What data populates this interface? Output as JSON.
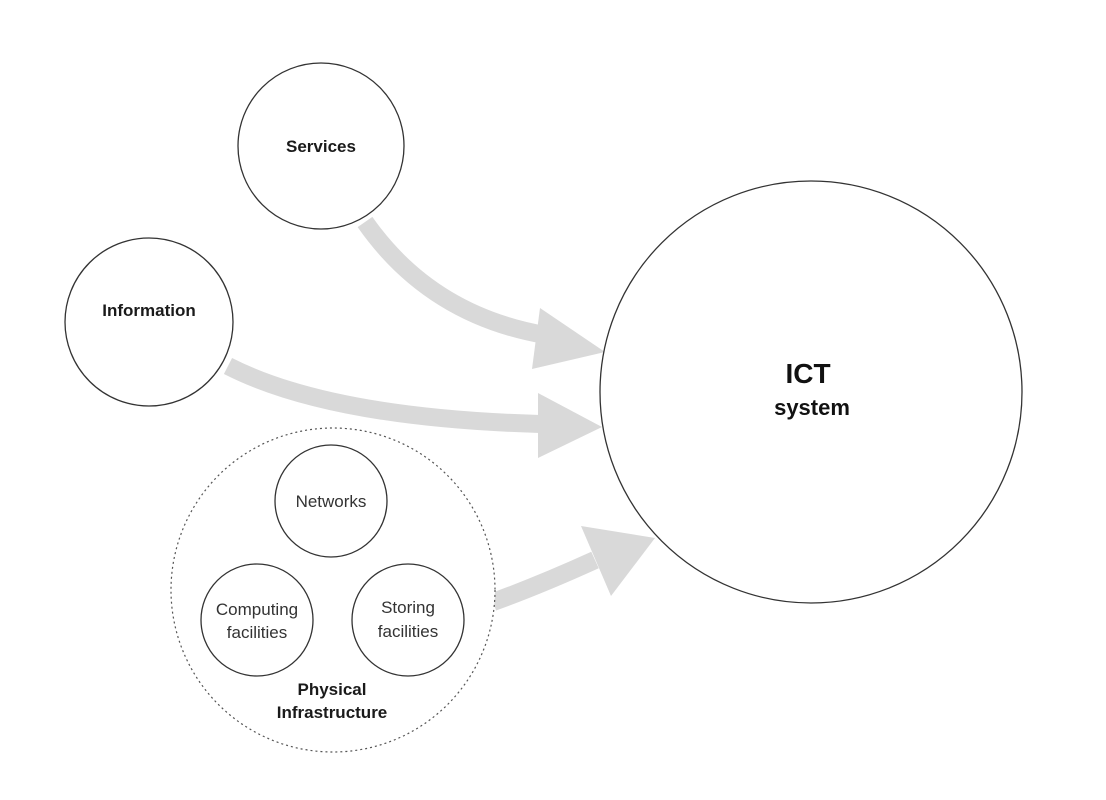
{
  "diagram": {
    "target": {
      "title": "ICT",
      "subtitle": "system"
    },
    "sources": {
      "services": {
        "label": "Services"
      },
      "information": {
        "label": "Information"
      },
      "physical": {
        "label_line1": "Physical",
        "label_line2": "Infrastructure",
        "children": {
          "networks": {
            "label": "Networks"
          },
          "computing": {
            "line1": "Computing",
            "line2": "facilities"
          },
          "storing": {
            "line1": "Storing",
            "line2": "facilities"
          }
        }
      }
    },
    "colors": {
      "arrow": "#d9d9d9",
      "node_stroke": "#333333",
      "group_stroke": "#555555",
      "text": "#1a1a1a"
    }
  }
}
